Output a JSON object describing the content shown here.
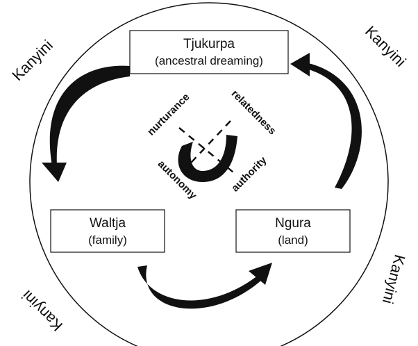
{
  "boxes": {
    "tjukurpa": {
      "title": "Tjukurpa",
      "subtitle": "(ancestral dreaming)"
    },
    "waltja": {
      "title": "Waltja",
      "subtitle": "(family)"
    },
    "ngura": {
      "title": "Ngura",
      "subtitle": "(land)"
    }
  },
  "kanyini": {
    "top_left": "Kanyini",
    "top_right": "Kanyini",
    "bottom_left": "Kanyini",
    "bottom_right": "Kanyini"
  },
  "values": {
    "nurturance": "nurturance",
    "relatedness": "relatedness",
    "autonomy": "autonomy",
    "authority": "authority"
  },
  "colors": {
    "ink": "#111111",
    "background": "#ffffff"
  }
}
